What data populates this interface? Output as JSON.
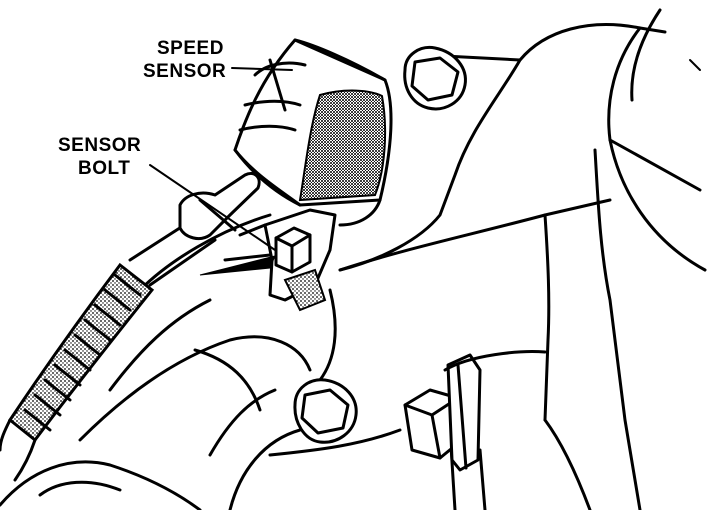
{
  "labels": {
    "speed_sensor_line1": "SPEED",
    "speed_sensor_line2": "SENSOR",
    "sensor_bolt_line1": "SENSOR",
    "sensor_bolt_line2": "BOLT"
  },
  "colors": {
    "ink": "#000000",
    "paper": "#ffffff"
  }
}
